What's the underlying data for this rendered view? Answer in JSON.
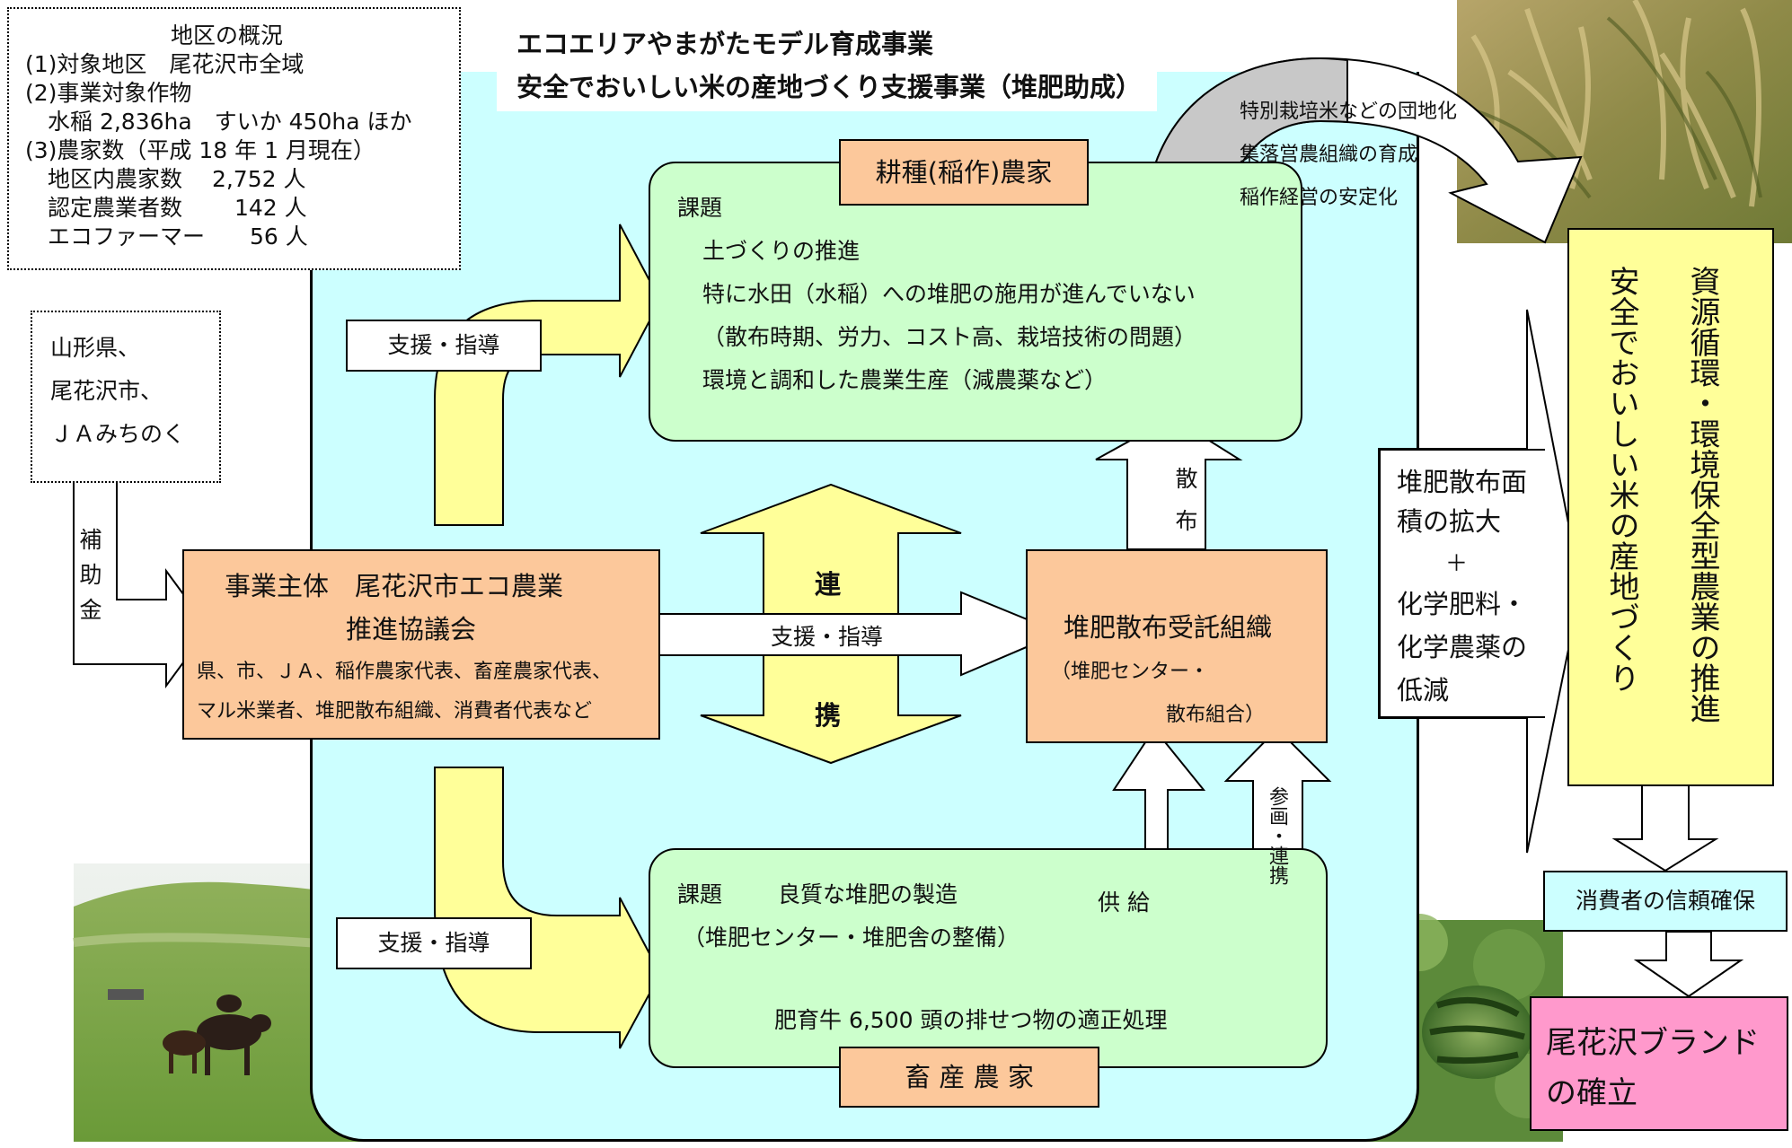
{
  "header": {
    "line1": "エコエリアやまがたモデル育成事業",
    "line2": "安全でおいしい米の産地づくり支援事業（堆肥助成）"
  },
  "overview": {
    "title": "地区の概況",
    "lines": [
      "(1)対象地区　尾花沢市全域",
      "(2)事業対象作物",
      "　水稲 2,836ha　すいか 450ha ほか",
      "(3)農家数（平成 18 年 1 月現在）",
      "　地区内農家数　 2,752 人",
      "　認定農業者数　　 142 人",
      "　エコファーマー　　56 人"
    ]
  },
  "funders": {
    "lines": [
      "山形県、",
      "尾花沢市、",
      "ＪＡみちのく"
    ]
  },
  "subsidy": {
    "label": "補助金"
  },
  "support_label": "支援・指導",
  "rice_farmer": {
    "title": "耕種(稲作)農家",
    "issue_label": "課題",
    "lines": [
      "土づくりの推進",
      "特に水田（水稲）への堆肥の施用が進んでいない",
      "（散布時期、労力、コスト高、栽培技術の問題）",
      "環境と調和した農業生産（減農薬など）"
    ]
  },
  "coordinator": {
    "line1": "事業主体　尾花沢市エコ農業",
    "line2": "推進協議会",
    "line3": "県、市、ＪＡ、稲作農家代表、畜産農家代表、",
    "line4": "マル米業者、堆肥散布組織、消費者代表など"
  },
  "collab": {
    "top": "連",
    "bottom": "携"
  },
  "spread_org": {
    "line1": "堆肥散布受託組織",
    "line2": "（堆肥センター・",
    "line3": "散布組合）"
  },
  "spread_arrow": {
    "label": "散布"
  },
  "supply_arrow": {
    "label": "供 給"
  },
  "participate_arrow": {
    "label": "参画・連携"
  },
  "livestock": {
    "issue_label": "課題",
    "issue": "良質な堆肥の製造",
    "line2": "（堆肥センター・堆肥舎の整備）",
    "line3": "肥育牛 6,500 頭の排せつ物の適正処理",
    "title": "畜 産 農 家"
  },
  "curve_items": [
    "特別栽培米などの団地化",
    "集落営農組織の育成",
    "稲作経営の安定化"
  ],
  "effects": {
    "line1": "堆肥散布面",
    "line2": "積の拡大",
    "plus": "＋",
    "line3": "化学肥料・",
    "line4": "化学農薬の",
    "line5": "低減"
  },
  "goal": {
    "col1": "資源循環・環境保全型農業の推進",
    "col2": "安全でおいしい米の産地づくり"
  },
  "trust": "消費者の信頼確保",
  "brand": {
    "line1": "尾花沢ブランド",
    "line2": "の確立"
  },
  "colors": {
    "cyan": "#ccffff",
    "green": "#ccffcc",
    "orange": "#fcc89b",
    "yellow": "#ffff99",
    "pink": "#ff99cc",
    "grey": "#c8c8c8"
  }
}
